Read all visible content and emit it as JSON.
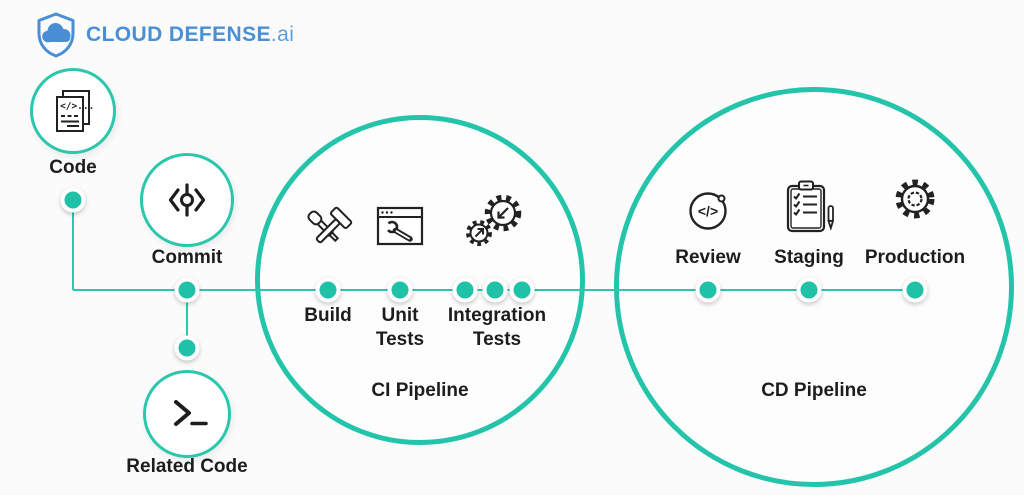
{
  "logo": {
    "brand": "CLOUD DEFENSE",
    "suffix": ".ai",
    "icon": "shield-cloud-icon"
  },
  "colors": {
    "teal": "#23c4aa",
    "dot_teal": "#1fc1a7",
    "logo_blue": "#4a8fd3",
    "ink": "#1d1d1f"
  },
  "source_nodes": {
    "code": {
      "label": "Code",
      "icon": "code-document-icon"
    },
    "commit": {
      "label": "Commit",
      "icon": "commit-icon"
    },
    "related_code": {
      "label": "Related Code",
      "icon": "terminal-icon"
    }
  },
  "ci_pipeline": {
    "title": "CI Pipeline",
    "stages": [
      {
        "label": "Build",
        "icon": "build-tools-icon"
      },
      {
        "label": "Unit Tests",
        "icon": "browser-wrench-icon"
      },
      {
        "label": "Integration Tests",
        "icon": "integration-gears-icon"
      }
    ]
  },
  "cd_pipeline": {
    "title": "CD Pipeline",
    "stages": [
      {
        "label": "Review",
        "icon": "code-review-icon"
      },
      {
        "label": "Staging",
        "icon": "clipboard-pen-icon"
      },
      {
        "label": "Production",
        "icon": "gear-icon"
      }
    ]
  },
  "icon_glyphs": {
    "code_doc_tag": "</>...",
    "review_tag": "</>"
  }
}
